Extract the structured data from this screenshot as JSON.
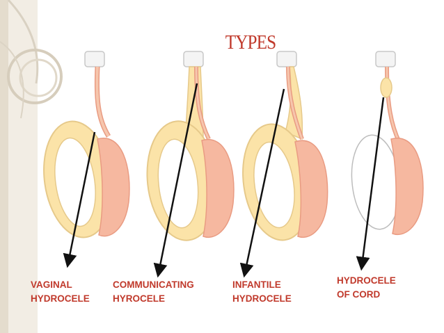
{
  "title": "TYPES",
  "colors": {
    "title": "#c0392b",
    "label": "#c0392b",
    "sac": "#fbe3a8",
    "sac_stroke": "#e6c98a",
    "testis": "#f6b8a0",
    "testis_stroke": "#e99b82",
    "cord": "#f0c3a8",
    "arrow": "#111111"
  },
  "types": [
    {
      "line1": "VAGINAL",
      "line2": "HYDROCELE"
    },
    {
      "line1": "COMMUNICATING",
      "line2": "HYROCELE"
    },
    {
      "line1": "INFANTILE",
      "line2": "HYDROCELE"
    },
    {
      "line1": "HYDROCELE",
      "line2": "OF CORD"
    }
  ]
}
